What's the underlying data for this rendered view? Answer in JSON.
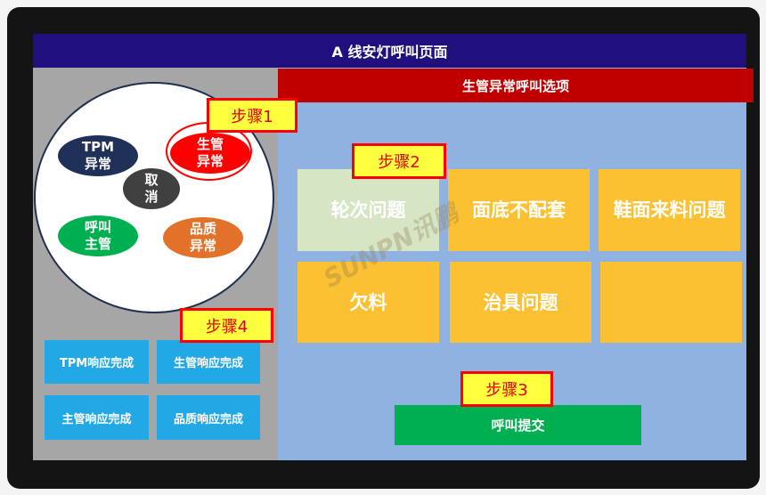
{
  "header": {
    "title": "A  线安灯呼叫页面"
  },
  "options": {
    "title": "生管异常呼叫选项",
    "items": [
      "轮次问题",
      "面底不配套",
      "鞋面来料问题",
      "欠料",
      "治具问题",
      ""
    ],
    "submit": "呼叫提交"
  },
  "wheel": {
    "tpm": "TPM\n异常",
    "prod": "生管\n异常",
    "cancel": "取\n消",
    "call": "呼叫\n主管",
    "quality": "品质\n异常"
  },
  "responses": [
    "TPM响应完成",
    "生管响应完成",
    "主管响应完成",
    "品质响应完成"
  ],
  "steps": [
    "步骤1",
    "步骤2",
    "步骤3",
    "步骤4"
  ],
  "watermark": "SUNPN讯鹏",
  "colors": {
    "title": "#20107e",
    "header": "#c00000",
    "tile": "#fbc132",
    "selected": "#d6e6c4",
    "submit": "#00b050",
    "response": "#23a8e6"
  }
}
